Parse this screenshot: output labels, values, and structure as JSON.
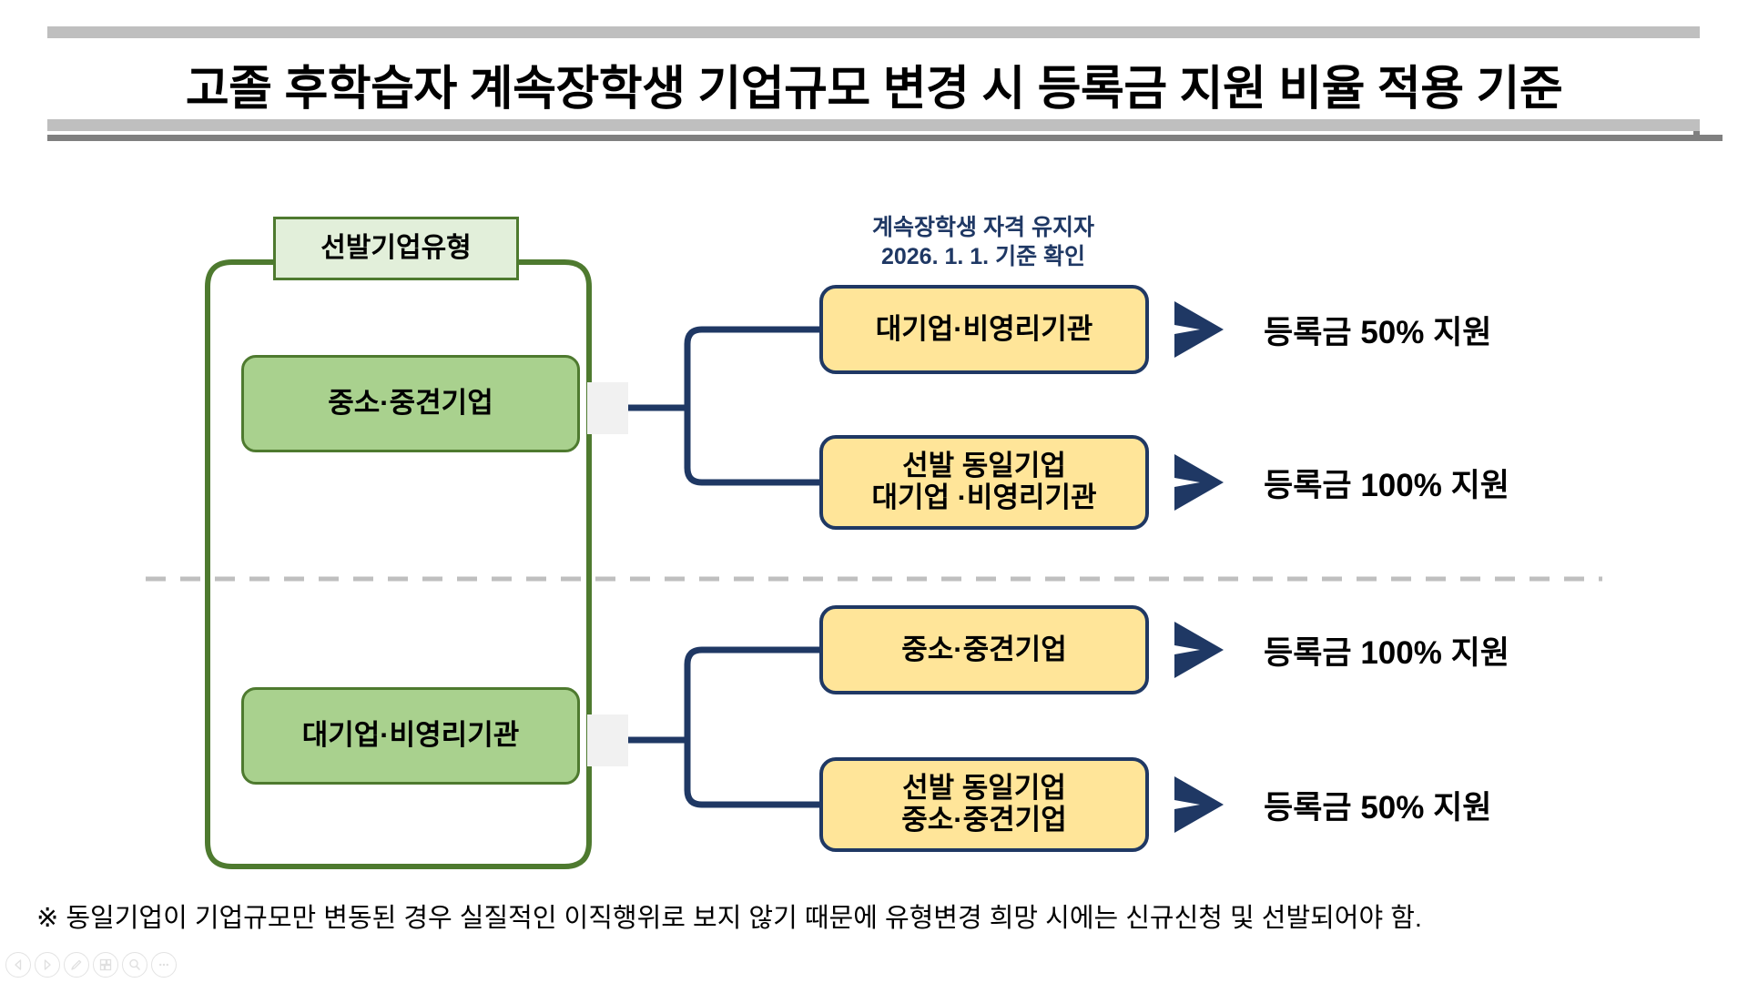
{
  "title": "고졸 후학습자 계속장학생 기업규모 변경 시 등록금 지원 비율 적용 기준",
  "diagram": {
    "type_label": "선발기업유형",
    "scholar_note_line1": "계속장학생 자격 유지자",
    "scholar_note_line2": "2026. 1. 1. 기준 확인",
    "branches": [
      {
        "source": "중소·중견기업",
        "targets": [
          {
            "line1": "대기업·비영리기관",
            "line2": "",
            "result": "등록금 50% 지원"
          },
          {
            "line1": "선발 동일기업",
            "line2": "대기업 ·비영리기관",
            "result": "등록금 100% 지원"
          }
        ]
      },
      {
        "source": "대기업·비영리기관",
        "targets": [
          {
            "line1": "중소·중견기업",
            "line2": "",
            "result": "등록금 100% 지원"
          },
          {
            "line1": "선발 동일기업",
            "line2": "중소·중견기업",
            "result": "등록금 50% 지원"
          }
        ]
      }
    ]
  },
  "footnote": "※ 동일기업이 기업규모만 변동된 경우 실질적인 이직행위로 보지 않기 때문에 유형변경 희망 시에는 신규신청 및 선발되어야 함.",
  "toolbar": {
    "items": [
      {
        "icon": "previous-slide-icon"
      },
      {
        "icon": "next-slide-icon"
      },
      {
        "icon": "pen-icon"
      },
      {
        "icon": "slide-grid-icon"
      },
      {
        "icon": "zoom-icon"
      },
      {
        "icon": "more-options-icon"
      }
    ]
  },
  "colors": {
    "green_border": "#4e7a2f",
    "green_fill": "#a9d18e",
    "green_light_fill": "#e2efda",
    "navy": "#1f3864",
    "yellow_fill": "#ffe599",
    "rule_gray": "#bfbfbf",
    "divider_gray": "#bfbfbf"
  }
}
